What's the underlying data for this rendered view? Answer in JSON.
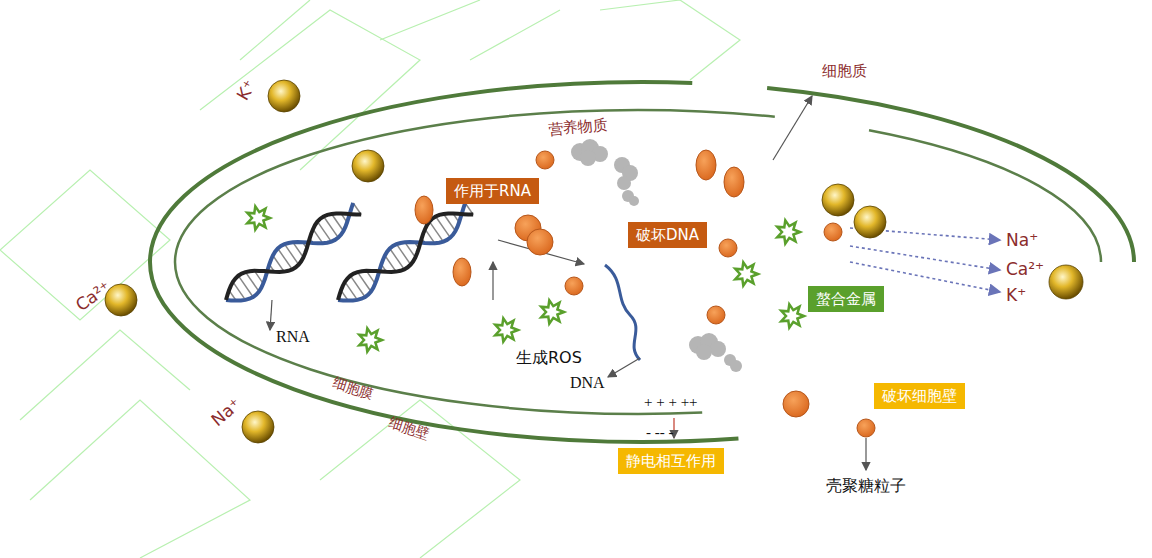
{
  "diagram": {
    "nodes": [
      {
        "text": [
          "作用于RNA"
        ]
      },
      {
        "text": [
          "破坏DNA"
        ]
      },
      {
        "text": [
          "螯合金属"
        ]
      },
      {
        "text": [
          "破坏细胞壁"
        ]
      },
      {
        "text": [
          "静电相互作用"
        ]
      }
    ],
    "labels": [
      "K⁺",
      "Ca²⁺",
      "Na⁺",
      "营养物质",
      "细胞质",
      "RNA",
      "生成ROS",
      "DNA",
      "细胞膜",
      "细胞壁",
      "Na⁺",
      "Ca²⁺",
      "K⁺",
      "+ + + ++",
      "- -- -",
      "壳聚糖粒子"
    ]
  }
}
